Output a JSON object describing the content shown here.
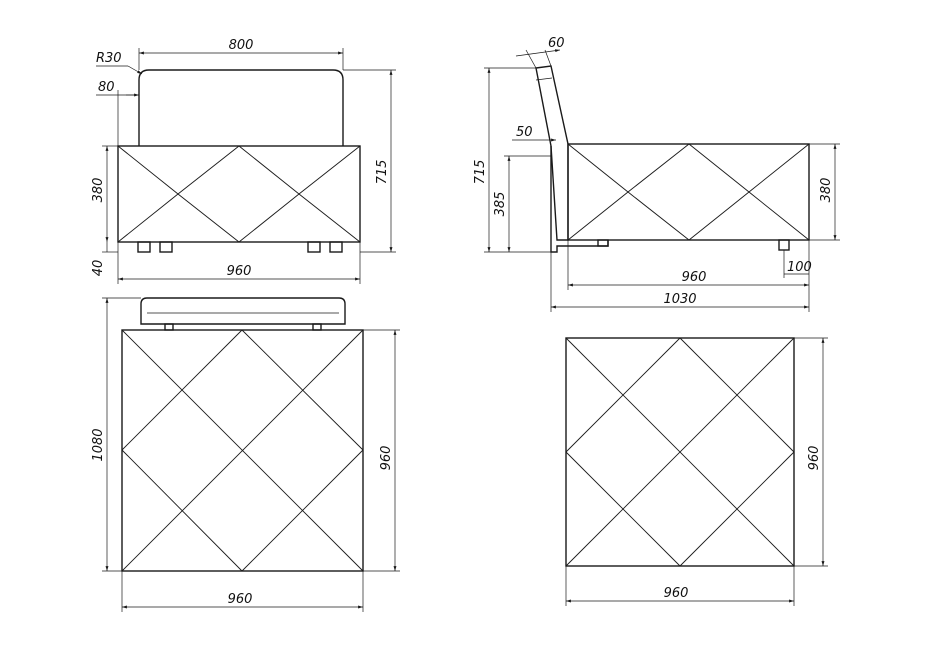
{
  "dimensions": {
    "front": {
      "radius": "R30",
      "back_inset": "80",
      "back_width": "800",
      "seat_height": "380",
      "leg_height": "40",
      "total_height": "715",
      "width": "960"
    },
    "side": {
      "back_thickness": "60",
      "back_offset": "50",
      "total_height": "715",
      "seat_top_height": "385",
      "seat_height": "380",
      "seat_depth": "960",
      "leg_inset": "100",
      "total_depth": "1030"
    },
    "top": {
      "depth": "1080",
      "seat_depth": "960",
      "width": "960"
    },
    "bottom": {
      "depth": "960",
      "width": "960"
    }
  },
  "colors": {
    "line": "#1a1a1a",
    "background": "#ffffff"
  }
}
